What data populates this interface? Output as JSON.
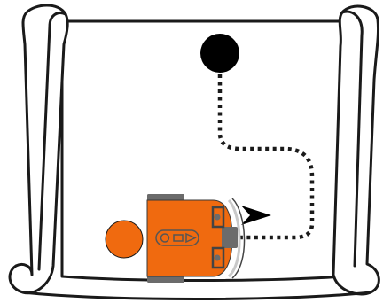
{
  "diagram": {
    "scroll_map": {
      "paper_color": "#ffffff",
      "outline_color": "#1a1a1a"
    },
    "target_marker": {
      "color": "#000000",
      "shape": "circle"
    },
    "start_marker": {
      "color": "#f06a0f",
      "shape": "circle"
    },
    "path": {
      "style": "dotted",
      "color": "#1a1a1a"
    },
    "direction_arrow": {
      "color": "#000000",
      "direction": "right"
    },
    "robot": {
      "body_color": "#f06a0f",
      "trim_color": "#6b6b6b",
      "heading": "right",
      "icon": "robot-topdown-icon"
    }
  }
}
